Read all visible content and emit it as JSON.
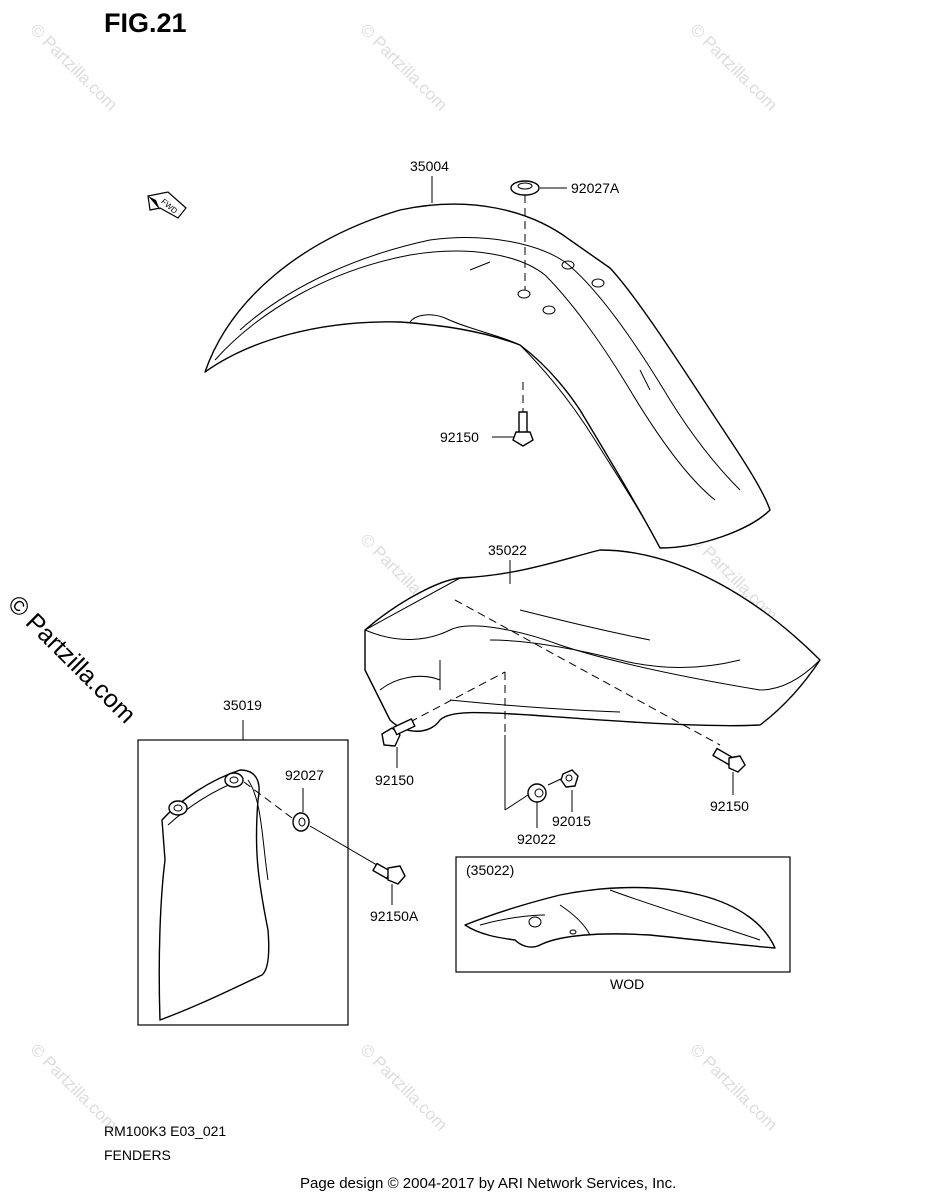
{
  "figure": {
    "title": "FIG.21",
    "code": "RM100K3 E03_021",
    "name": "FENDERS",
    "credit": "Page design © 2004-2017 by ARI Network Services, Inc.",
    "watermark": "© Partzilla.com",
    "fwd_label": "FWD"
  },
  "callouts": {
    "front_fender": "35004",
    "grommet_top": "92027A",
    "bolt_front": "92150",
    "rear_fender": "35022",
    "bolt_rear_left": "92150",
    "bolt_rear_right": "92150",
    "washer": "92022",
    "nut": "92015",
    "mud_flap": "35019",
    "grommet_flap": "92027",
    "bolt_flap": "92150A"
  },
  "inset": {
    "ref": "(35022)",
    "variant": "WOD"
  }
}
